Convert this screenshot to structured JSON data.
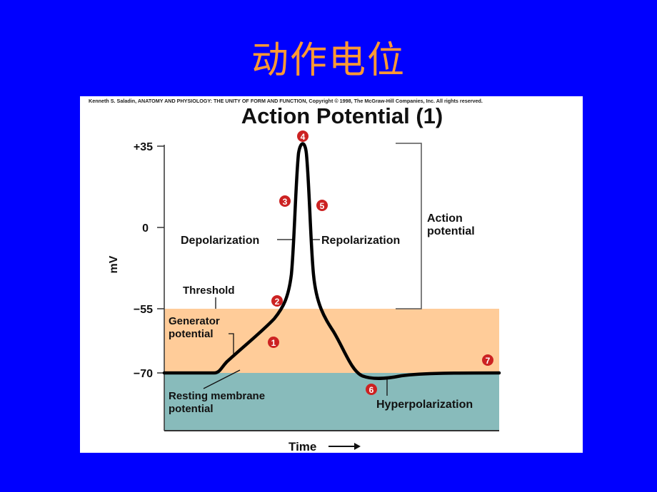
{
  "slide": {
    "title": "动作电位",
    "background_color": "#0000ff",
    "title_color": "#ff9933"
  },
  "figure": {
    "copyright": "Kenneth S. Saladin, ANATOMY AND PHYSIOLOGY: THE UNITY OF FORM AND FUNCTION, Copyright © 1998, The McGraw-Hill Companies, Inc.  All rights reserved.",
    "title": "Action Potential (1)"
  },
  "chart_data": {
    "type": "line",
    "title": "Action Potential (1)",
    "xlabel": "Time",
    "ylabel": "mV",
    "y_ticks": [
      "+35",
      "0",
      "−55",
      "−70"
    ],
    "y_tick_values": [
      35,
      0,
      -55,
      -70
    ],
    "ylim": [
      -83,
      37
    ],
    "grid": false,
    "series": [
      {
        "name": "Membrane potential",
        "x": [
          0,
          8,
          15,
          22,
          28,
          31,
          33,
          35,
          37,
          40,
          44,
          52,
          60,
          75,
          100
        ],
        "y": [
          -70,
          -70,
          -63,
          -55,
          -20,
          35,
          20,
          -10,
          -40,
          -62,
          -71,
          -72,
          -71,
          -70,
          -70
        ]
      }
    ],
    "regions": [
      {
        "name": "Generator potential zone",
        "from": -70,
        "to": -55,
        "color": "#ffcc99"
      },
      {
        "name": "Below resting",
        "from": -83,
        "to": -70,
        "color": "#88bbbb"
      }
    ],
    "markers": [
      {
        "id": "1",
        "label": "1"
      },
      {
        "id": "2",
        "label": "2"
      },
      {
        "id": "3",
        "label": "3"
      },
      {
        "id": "4",
        "label": "4"
      },
      {
        "id": "5",
        "label": "5"
      },
      {
        "id": "6",
        "label": "6"
      },
      {
        "id": "7",
        "label": "7"
      }
    ],
    "annotations": {
      "threshold": "Threshold",
      "depolarization": "Depolarization",
      "repolarization": "Repolarization",
      "action_potential_line1": "Action",
      "action_potential_line2": "potential",
      "generator_line1": "Generator",
      "generator_line2": "potential",
      "resting_line1": "Resting membrane",
      "resting_line2": "potential",
      "hyperpolarization": "Hyperpolarization"
    },
    "marker_color": "#cc2222"
  }
}
